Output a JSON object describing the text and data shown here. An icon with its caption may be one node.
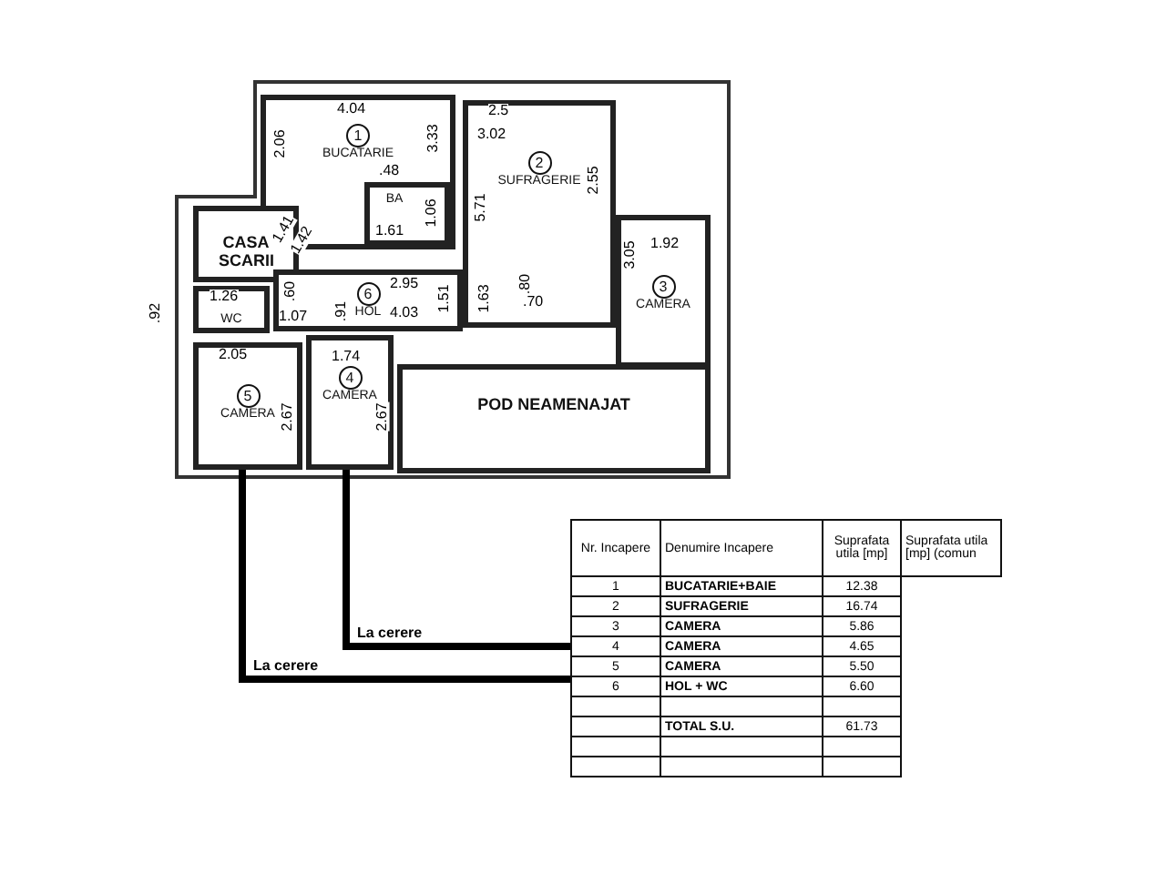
{
  "diagram": {
    "nodes": [
      {
        "text": [
          "1",
          "BUCATARIE"
        ]
      },
      {
        "text": [
          "BA"
        ],
        "in": 0
      },
      {
        "text": [
          "2",
          "SUFRAGERIE"
        ]
      },
      {
        "text": [
          "CASA SCARII"
        ]
      },
      {
        "text": [
          "3",
          "CAMERA"
        ]
      },
      {
        "text": [
          "6",
          "HOL"
        ]
      },
      {
        "text": [
          "WC"
        ]
      },
      {
        "text": [
          "5",
          "CAMERA"
        ]
      },
      {
        "text": [
          "4",
          "CAMERA"
        ]
      },
      {
        "text": [
          "POD NEAMENAJAT"
        ]
      }
    ],
    "edges": [
      {
        "from": 7,
        "to": null,
        "arrow": "none",
        "label": "La cerere"
      },
      {
        "from": 8,
        "to": null,
        "arrow": "none",
        "label": "La cerere"
      }
    ],
    "labels": [
      "4.04",
      "2.5",
      "3.02",
      "2.06",
      "3.33",
      "2.55",
      "1.41",
      "1.42",
      ".48",
      "1.06",
      "1.61",
      "5.71",
      "1.92",
      "2.95",
      ".60",
      ".80",
      ".70",
      "3.05",
      "1.26",
      "1.07",
      ".92",
      "4.03",
      "1.51",
      ".91",
      "1.63",
      "2.05",
      "1.74",
      "2.67",
      "2.67",
      "Nr. Incapere",
      "Denumire Incapere",
      "Suprafata utila [mp]",
      "Suprafata utila [mp] (comun",
      "1",
      "BUCATARIE+BAIE",
      "12.38",
      "2",
      "SUFRAGERIE",
      "16.74",
      "3",
      "CAMERA",
      "5.86",
      "4",
      "CAMERA",
      "4.65",
      "5",
      "CAMERA",
      "5.50",
      "6",
      "HOL + WC",
      "6.60",
      "TOTAL S.U.",
      "61.73"
    ]
  }
}
